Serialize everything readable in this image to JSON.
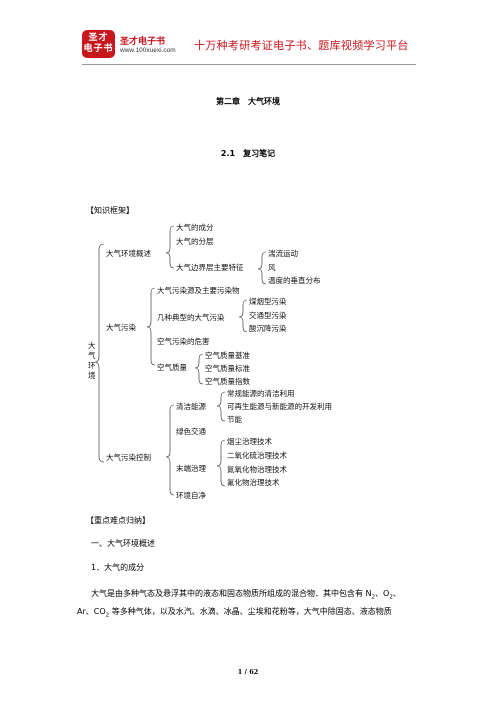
{
  "header": {
    "logo_line1": "圣才",
    "logo_line2": "电子书",
    "brand": "圣才电子书",
    "url": "www.100xuexi.com",
    "slogan": "十万种考研考证电子书、题库视频学习平台"
  },
  "chapter_title": "第二章　大气环境",
  "section_title": "2.1　复习笔记",
  "framework_label": "【知识框架】",
  "tree": {
    "root": "大气环境",
    "n1": "大气环境概述",
    "n1_1": "大气的成分",
    "n1_2": "大气的分层",
    "n1_3": "大气边界层主要特征",
    "n1_3_1": "湍流运动",
    "n1_3_2": "风",
    "n1_3_3": "温度的垂直分布",
    "n2": "大气污染",
    "n2_1": "大气污染源及主要污染物",
    "n2_2": "几种典型的大气污染",
    "n2_2_1": "煤烟型污染",
    "n2_2_2": "交通型污染",
    "n2_2_3": "酸沉降污染",
    "n2_3": "空气污染的危害",
    "n2_4": "空气质量",
    "n2_4_1": "空气质量基准",
    "n2_4_2": "空气质量标准",
    "n2_4_3": "空气质量指数",
    "n3": "大气污染控制",
    "n3_1": "清洁能源",
    "n3_1_1": "常规能源的清洁利用",
    "n3_1_2": "可再生能源与新能源的开发利用",
    "n3_1_3": "节能",
    "n3_2": "绿色交通",
    "n3_3": "末端治理",
    "n3_3_1": "烟尘治理技术",
    "n3_3_2": "二氧化硫治理技术",
    "n3_3_3": "氮氧化物治理技术",
    "n3_3_4": "氟化物治理技术",
    "n3_4": "环境自净"
  },
  "key_points_label": "【重点难点归纳】",
  "heading1": "一、大气环境概述",
  "heading2": "1．大气的成分",
  "para_line1_a": "大气是由多种气态及悬浮其中的液态和固态物质所组成的混合物．其中包含有 N",
  "para_line1_b": "、O",
  "para_line1_c": "、",
  "para_line2_a": "Ar、CO",
  "para_line2_b": " 等多种气体，以及水汽、水滴、冰晶、尘埃和花粉等，大气中除固态、液态物质",
  "sub2": "2",
  "footer": "1 / 62"
}
